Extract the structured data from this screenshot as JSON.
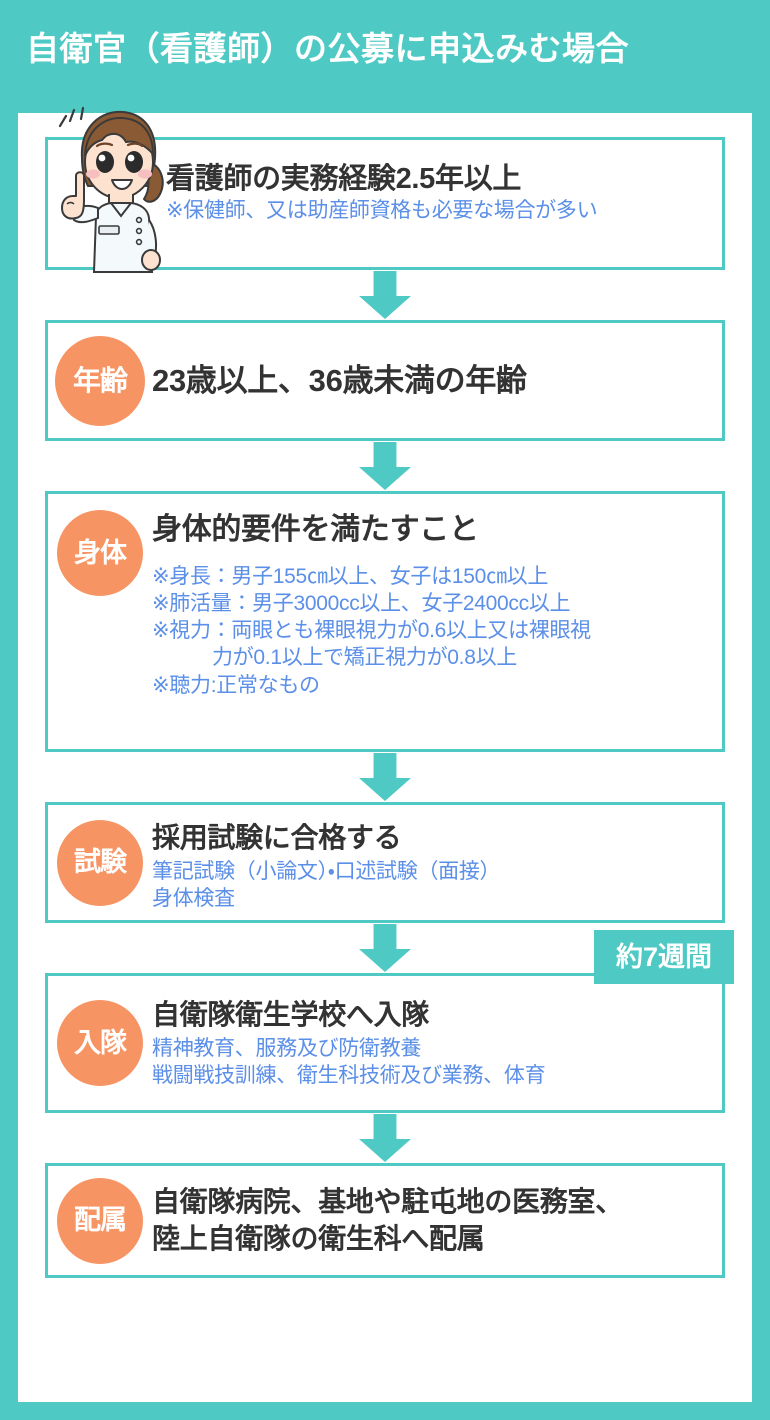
{
  "header": {
    "title": "自衛官（看護師）の公募に申込みむ場合"
  },
  "colors": {
    "teal": "#4EC9C4",
    "orange_badge": "#F79463",
    "blue_text": "#5B8FE8",
    "dark_text": "#333333",
    "panel_bg": "#FFFFFF"
  },
  "steps": [
    {
      "badge": "",
      "title": "看護師の実務経験2.5年以上",
      "details": [
        "※保健師、又は助産師資格も必要な場合が多い"
      ],
      "illustration": "nurse-pointing-up"
    },
    {
      "badge": "年齢",
      "title": "23歳以上、36歳未満の年齢",
      "details": []
    },
    {
      "badge": "身体",
      "title": "身体的要件を満たすこと",
      "details": [
        "※身長：男子155㎝以上、女子は150㎝以上",
        "※肺活量：男子3000cc以上、女子2400cc以上",
        "※視力：両眼とも裸眼視力が0.6以上又は裸眼視",
        "力が0.1以上で矯正視力が0.8以上",
        "※聴力:正常なもの"
      ]
    },
    {
      "badge": "試験",
      "title": "採用試験に合格する",
      "details": [
        "筆記試験（小論文）・口述試験（面接）",
        "身体検査"
      ]
    },
    {
      "badge": "入隊",
      "title": "自衛隊衛生学校へ入隊",
      "details": [
        "精神教育、服務及び防衛教養",
        "戦闘戦技訓練、衛生科技術及び業務、体育"
      ],
      "tag": "約7週間"
    },
    {
      "badge": "配属",
      "title": "自衛隊病院、基地や駐屯地の医務室、\n陸上自衛隊の衛生科へ配属",
      "details": []
    }
  ],
  "arrows": {
    "count": 5,
    "direction": "down"
  }
}
